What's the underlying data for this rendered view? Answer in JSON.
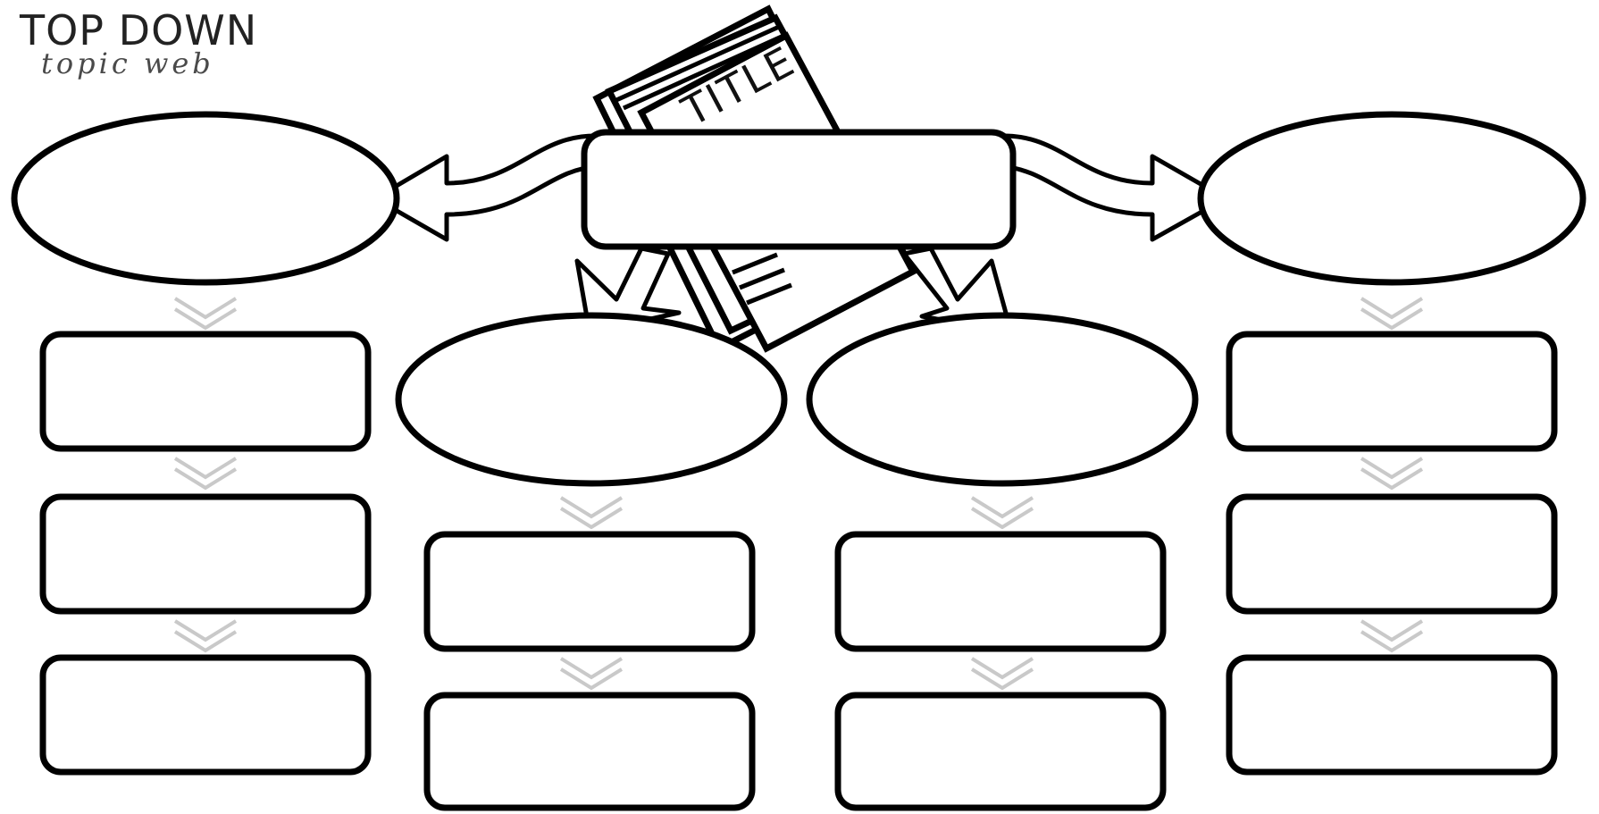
{
  "header": {
    "title": "TOP DOWN",
    "subtitle": "topic web"
  },
  "book": {
    "label": "TITLE"
  },
  "colors": {
    "outline": "#000000",
    "fill": "#ffffff",
    "chevron": "#c9c9c9",
    "text": "#222222"
  },
  "structure": {
    "main_box": 1,
    "subtopic_ovals": 4,
    "detail_boxes_per_oval": [
      3,
      2,
      2,
      3
    ]
  }
}
